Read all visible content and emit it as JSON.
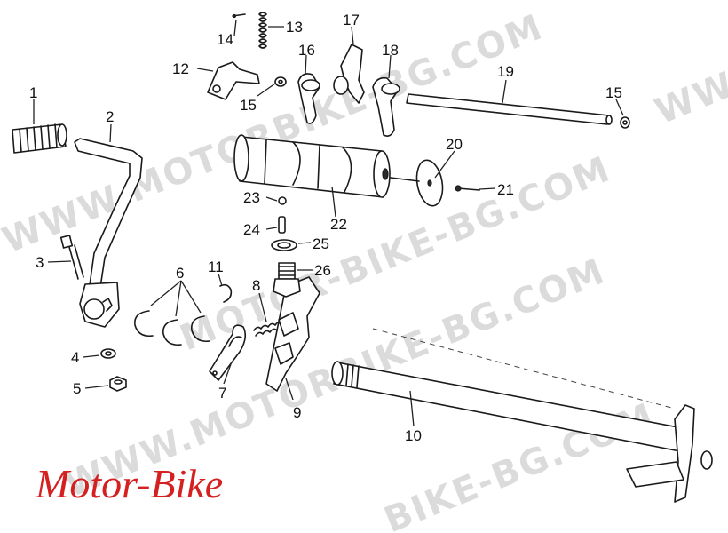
{
  "watermark": {
    "text_main": "WWW.MOTORBIKE-BG.COM",
    "text_center": "MOTOR-BIKE-BG.COM",
    "text_lower": "WWW.MOTORBIKE-BG.COM",
    "text_bottom": "BIKE-BG.COM",
    "text_right": "WWW.M"
  },
  "brand": {
    "label": "Motor-Bike",
    "color": "#d42020"
  },
  "callouts": {
    "p1": "1",
    "p2": "2",
    "p3": "3",
    "p4": "4",
    "p5": "5",
    "p6": "6",
    "p7": "7",
    "p8": "8",
    "p9": "9",
    "p10": "10",
    "p11": "11",
    "p12": "12",
    "p13": "13",
    "p14": "14",
    "p15a": "15",
    "p15b": "15",
    "p16": "16",
    "p17": "17",
    "p18": "18",
    "p19": "19",
    "p20": "20",
    "p21": "21",
    "p22": "22",
    "p23": "23",
    "p24": "24",
    "p25": "25",
    "p26": "26"
  }
}
